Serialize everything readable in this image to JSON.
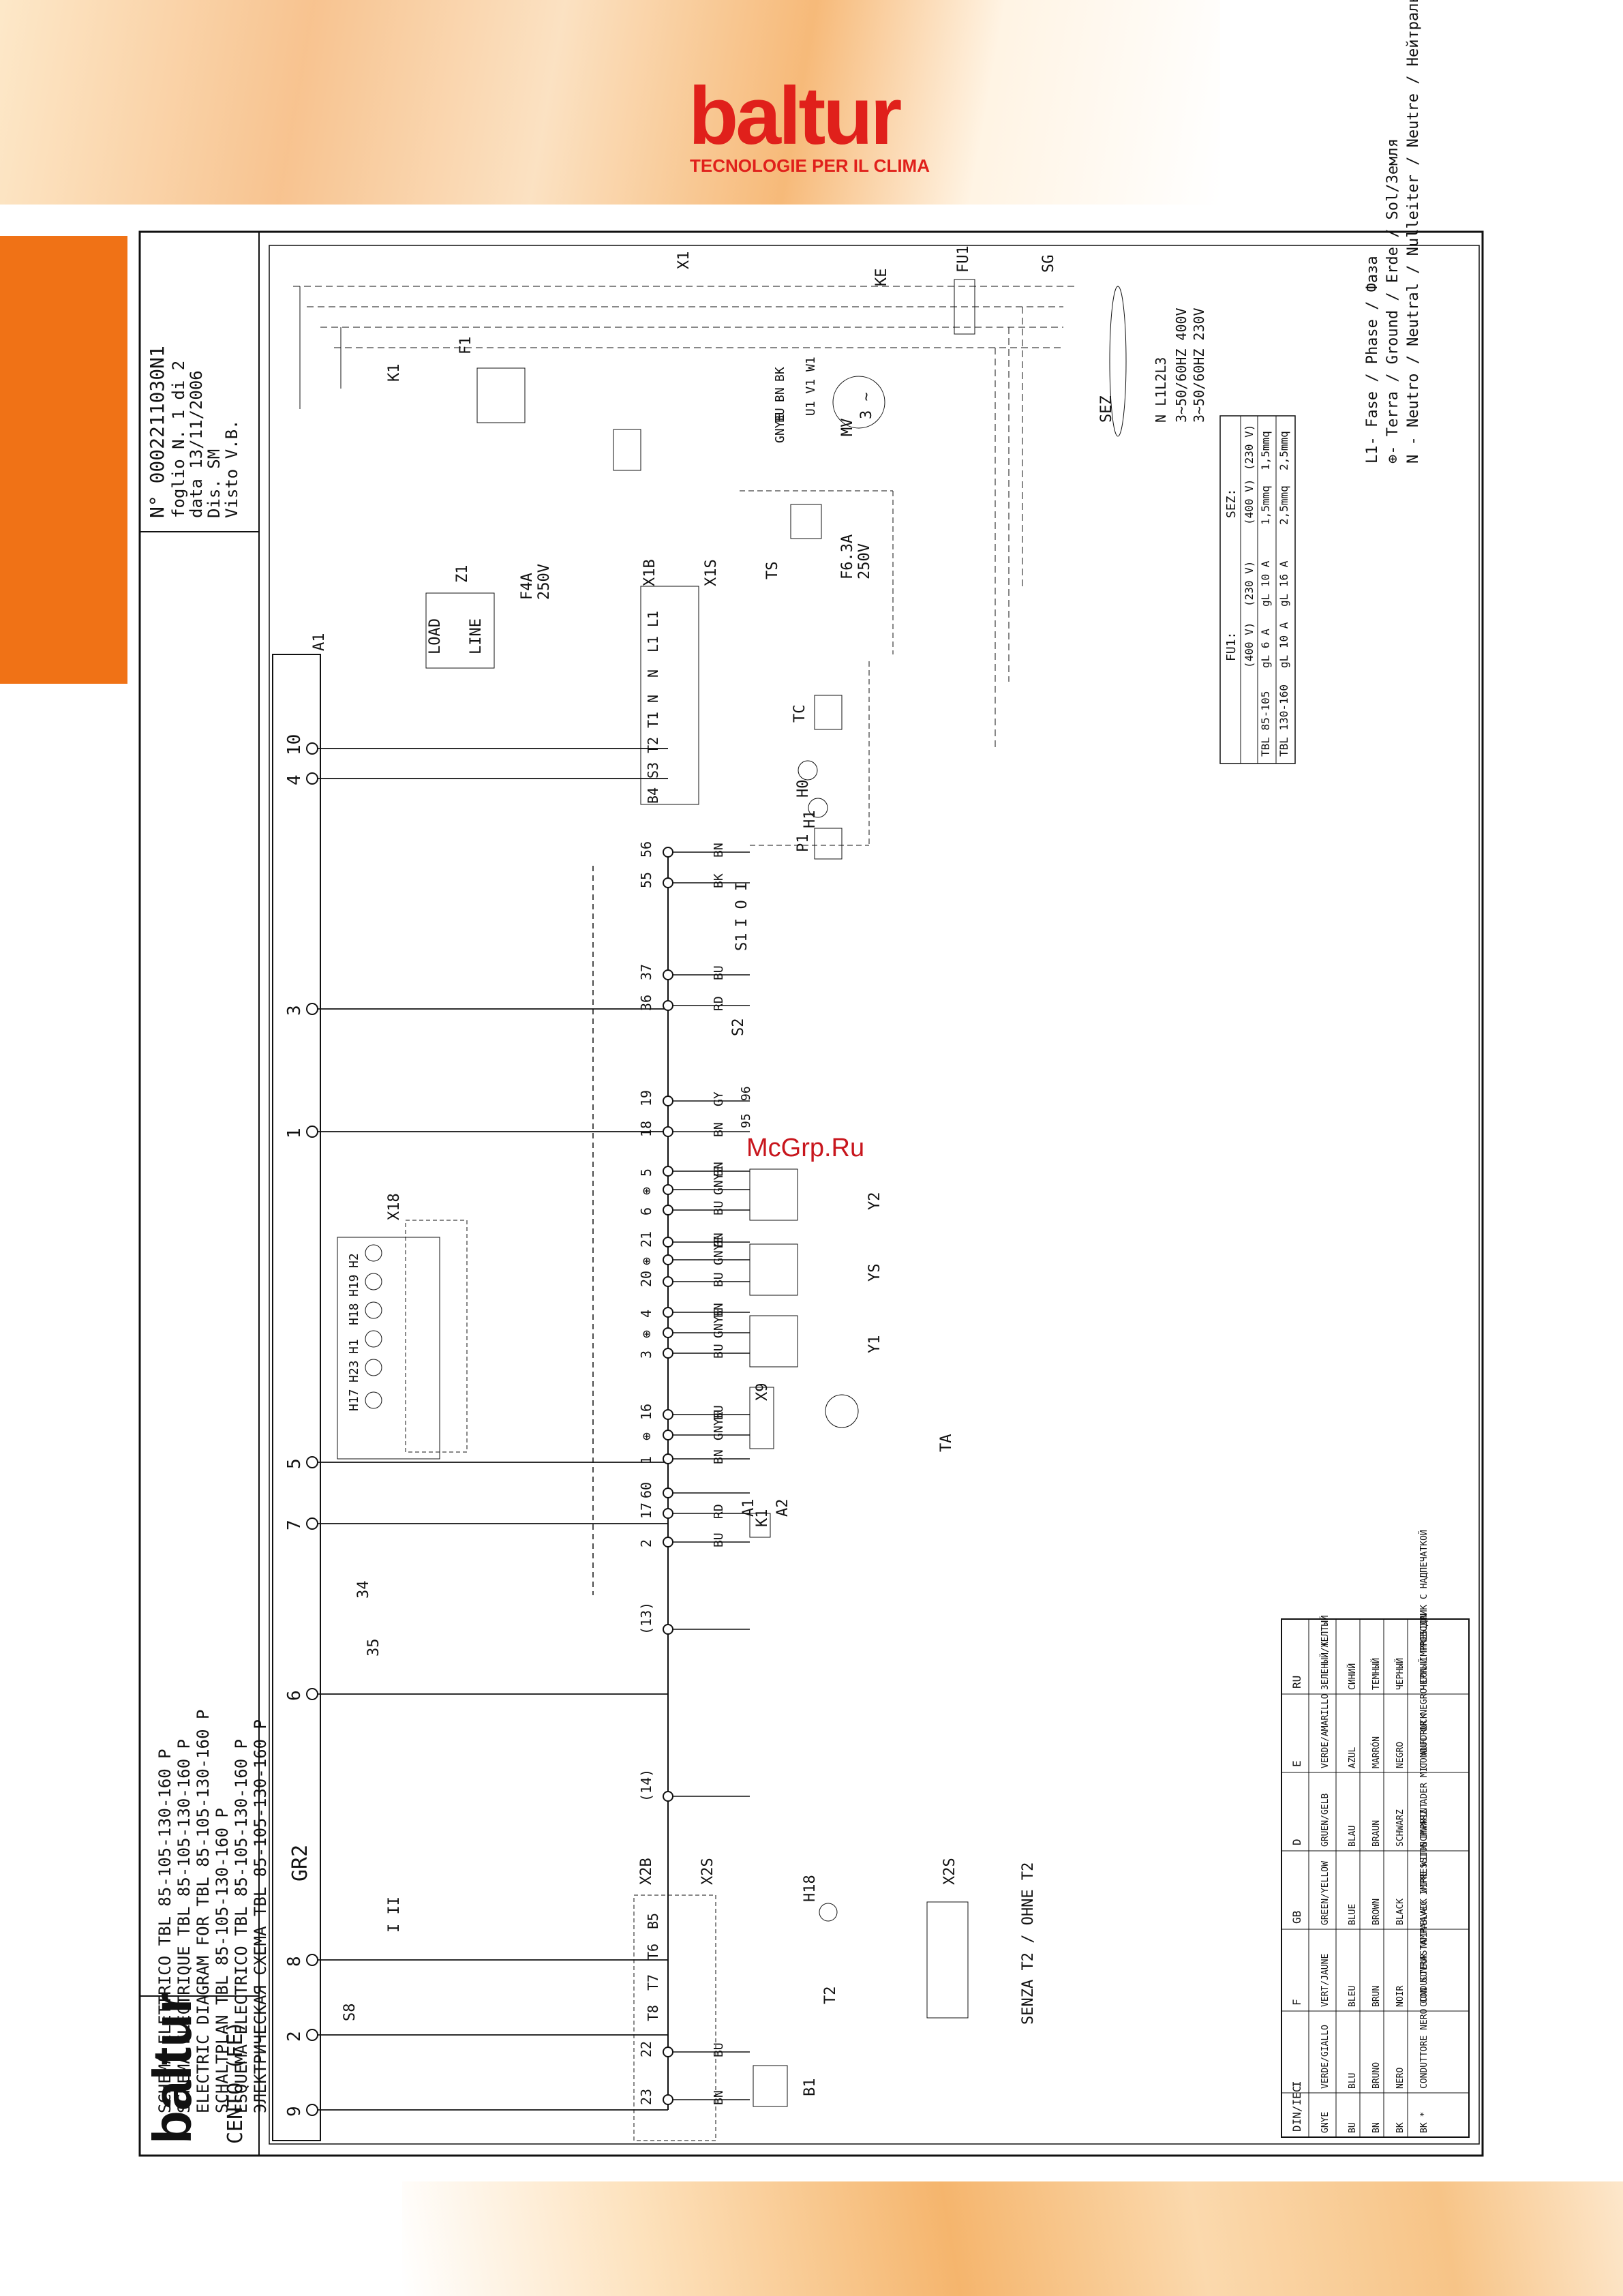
{
  "brand": {
    "logo": "baltur",
    "tagline": "TECNOLOGIE PER IL CLIMA",
    "accent_color": "#e0201b",
    "orange_tab_color": "#f07216"
  },
  "watermark": "McGrp.Ru",
  "title_block": {
    "doc_number": "N° 0002211030N1",
    "sheet": "foglio N. 1 di 2",
    "date": "data 13/11/2006",
    "drawn": "Dis. SM",
    "checked": "Visto V.B.",
    "model": "CENTO (FE)",
    "frame_logo": "baltur",
    "titles": [
      "SCHEMA ELETTRICO TBL 85-105-130-160 P",
      "SCHEMA ELECTRIQUE TBL 85-105-130-160 P",
      "ELECTRIC DIAGRAM FOR TBL 85-105-130-160 P",
      "SCHALTPLAN TBL 85-105-130-160 P",
      "ESQUEMA ELECTRICO TBL 85-105-130-160 P",
      "ЭЛЕКТРИЧЕСКАЯ СХЕМА TBL 85-105-130-160 P"
    ]
  },
  "legend": {
    "phase": "L1- Fase / Phase / Фаза",
    "earth": "⊕- Terra / Ground / Erde / Sol/Земля",
    "neutral": "N - Neutro / Neutral / Nulleiter / Neutre / Нейтраль",
    "supply_1": "3~50/60HZ 400V",
    "supply_2": "3~50/60HZ 230V",
    "supply_lines": "N L1L2L3"
  },
  "fuse_table": {
    "headers": [
      "",
      "FU1:",
      "",
      "SEZ:",
      ""
    ],
    "subheaders": [
      "",
      "(400 V)",
      "(230 V)",
      "(400 V)",
      "(230 V)"
    ],
    "rows": [
      [
        "TBL 85-105",
        "gL 6 A",
        "gL 10 A",
        "1,5mmq",
        "1,5mmq"
      ],
      [
        "TBL 130-160",
        "gL 10 A",
        "gL 16 A",
        "2,5mmq",
        "2,5mmq"
      ]
    ]
  },
  "color_table": {
    "header_row": [
      "DIN/IEC",
      "I",
      "F",
      "GB",
      "D",
      "E",
      "RU"
    ],
    "rows": [
      [
        "GNYE",
        "VERDE/GIALLO",
        "VERT/JAUNE",
        "GREEN/YELLOW",
        "GRUEN/GELB",
        "VERDE/AMARILLO",
        "ЗЕЛЕНЫЙ/ЖЕЛТЫЙ"
      ],
      [
        "BU",
        "BLU",
        "BLEU",
        "BLUE",
        "BLAU",
        "AZUL",
        "СИНИЙ"
      ],
      [
        "BN",
        "BRUNO",
        "BRUN",
        "BROWN",
        "BRAUN",
        "MARRÓN",
        "ТЕМНЫЙ"
      ],
      [
        "BK",
        "NERO",
        "NOIR",
        "BLACK",
        "SCHWARZ",
        "NEGRO",
        "ЧЕРНЫЙ"
      ],
      [
        "BK *",
        "CONDUTTORE NERO CON SOVRASTAMPA",
        "CONDUCTEUR NOIR AVEC IMPRESSION",
        "BLACK WIRE WITH IMPRINT",
        "SCHWARZ ADER MIT AUFDRUCK",
        "CONDUCTOR NEGRO CON IMPRESION",
        "ЧЕРНЫЙ ПРОВОДНИК С НАДПЕЧАТКОЙ"
      ]
    ]
  },
  "components": {
    "X1": "X1",
    "KE": "KE",
    "FU1": "FU1",
    "SG": "SG",
    "SEZ": "SEZ",
    "K1": "K1",
    "F1": "F1",
    "MV": "MV",
    "MV_sub": "3 ~",
    "Z1": "Z1",
    "LOAD": "LOAD",
    "LINE": "LINE",
    "F4A": "F4A",
    "F4A_v": "250V",
    "X1B": "X1B",
    "X1S": "X1S",
    "TS": "TS",
    "F63A": "F6.3A",
    "F63A_v": "250V",
    "TC": "TC",
    "H0": "H0",
    "H1": "H1",
    "P1": "P1",
    "A1": "A1",
    "S1": "S1",
    "S1_pos": "I O I",
    "S2": "S2",
    "Y2": "Y2",
    "YS": "YS",
    "Y1": "Y1",
    "X9": "X9",
    "TA": "TA",
    "K1b": "K1",
    "A1b": "A1",
    "A2": "A2",
    "X18": "X18",
    "X2B": "X2B",
    "X2S": "X2S",
    "X2S_b": "X2S",
    "H18": "H18",
    "T2": "T2",
    "B1": "B1",
    "S8": "S8",
    "S8_pos": "I II",
    "GR2": "GR2",
    "senza": "SENZA T2 / OHNE T2",
    "lamps": [
      "H17",
      "H23",
      "H1",
      "H18",
      "H19",
      "H2"
    ],
    "r34": "34",
    "r35": "35"
  },
  "terminals_A1": [
    "10",
    "4",
    "3",
    "1",
    "5",
    "7",
    "6",
    "8",
    "2",
    "9"
  ],
  "terminals_X1": [
    {
      "n": "56",
      "w": "BN"
    },
    {
      "n": "55",
      "w": "BK"
    },
    {
      "n": "37",
      "w": "BU"
    },
    {
      "n": "36",
      "w": "RD"
    },
    {
      "n": "19",
      "w": "GY"
    },
    {
      "n": "18",
      "w": "BN"
    },
    {
      "n": "5",
      "w": "BN"
    },
    {
      "n": "⊕",
      "w": "GNYE"
    },
    {
      "n": "6",
      "w": "BU"
    },
    {
      "n": "21",
      "w": "BN"
    },
    {
      "n": "⊕",
      "w": "GNYE"
    },
    {
      "n": "20",
      "w": "BU"
    },
    {
      "n": "4",
      "w": "BN"
    },
    {
      "n": "⊕",
      "w": "GNYE"
    },
    {
      "n": "3",
      "w": "BU"
    },
    {
      "n": "16",
      "w": "BU"
    },
    {
      "n": "⊕",
      "w": "GNYE"
    },
    {
      "n": "1",
      "w": "BN"
    },
    {
      "n": "60",
      "w": ""
    },
    {
      "n": "17",
      "w": "RD"
    },
    {
      "n": "2",
      "w": "BU"
    },
    {
      "n": "(13)",
      "w": ""
    },
    {
      "n": "(14)",
      "w": ""
    },
    {
      "n": "22",
      "w": "BU"
    },
    {
      "n": "23",
      "w": "BN"
    }
  ],
  "motor_wires": [
    "BK",
    "BN",
    "BU",
    "GNYE"
  ],
  "motor_pins": [
    "U1 V1 W1"
  ],
  "x1b_pins": [
    "L1",
    "L1",
    "N",
    "N",
    "T1",
    "T2",
    "S3",
    "B4"
  ],
  "x2b_pins": [
    "B5",
    "T6",
    "T7",
    "T8"
  ],
  "f1_contacts": [
    "96",
    "95"
  ]
}
